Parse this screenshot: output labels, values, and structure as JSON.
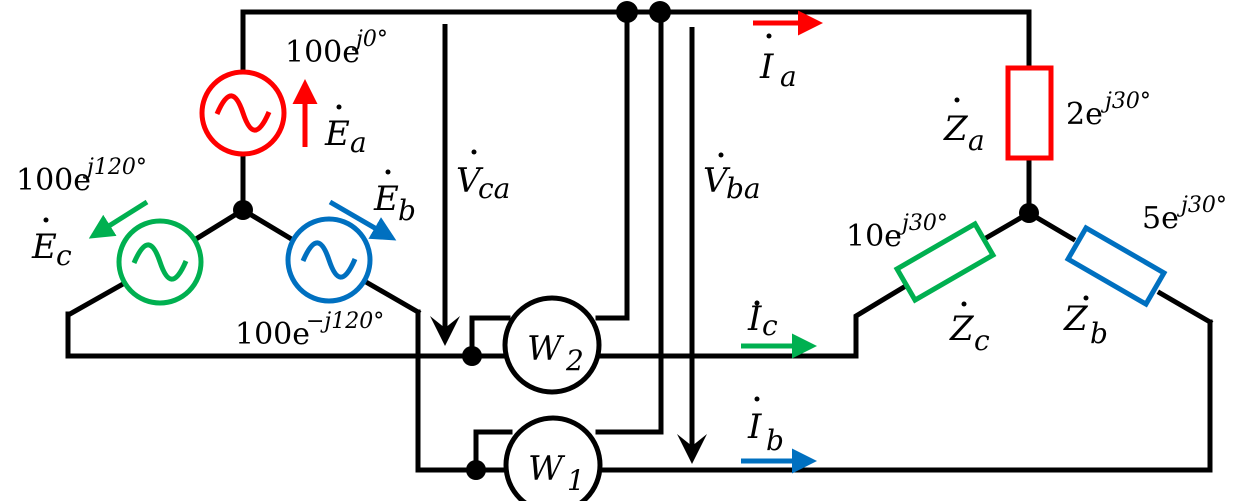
{
  "colors": {
    "phase_a": "#ff0000",
    "phase_b": "#0070c0",
    "phase_c": "#00b050",
    "wire": "#000000"
  },
  "sources": {
    "a": {
      "name": "E",
      "sub": "a",
      "mag": "100e",
      "exp": "j0°"
    },
    "b": {
      "name": "E",
      "sub": "b",
      "mag": "100e",
      "exp": "−j120°"
    },
    "c": {
      "name": "E",
      "sub": "c",
      "mag": "100e",
      "exp": "j120°"
    }
  },
  "loads": {
    "a": {
      "name": "Z",
      "sub": "a",
      "mag": "2e",
      "exp": "j30°"
    },
    "b": {
      "name": "Z",
      "sub": "b",
      "mag": "5e",
      "exp": "j30°"
    },
    "c": {
      "name": "Z",
      "sub": "c",
      "mag": "10e",
      "exp": "j30°"
    }
  },
  "currents": {
    "a": {
      "name": "I",
      "sub": "a"
    },
    "b": {
      "name": "I",
      "sub": "b"
    },
    "c": {
      "name": "I",
      "sub": "c"
    }
  },
  "voltages": {
    "ca": {
      "name": "V",
      "sub": "ca"
    },
    "ba": {
      "name": "V",
      "sub": "ba"
    }
  },
  "meters": {
    "w1": {
      "name": "W",
      "sub": "1"
    },
    "w2": {
      "name": "W",
      "sub": "2"
    }
  }
}
